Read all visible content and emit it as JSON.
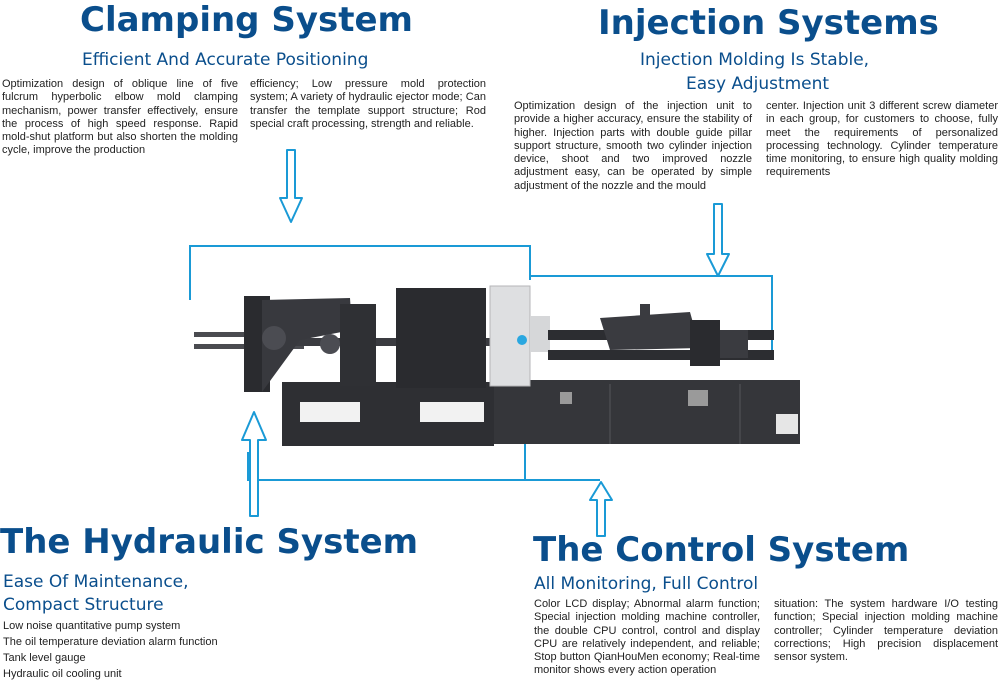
{
  "clamping": {
    "title": "Clamping System",
    "subtitle": "Efficient And Accurate Positioning",
    "text_col1": "Optimization design of oblique line of five fulcrum hyperbolic elbow mold clamping mechanism, power transfer effectively, ensure the process of high speed response. Rapid mold-shut platform but also shorten the molding cycle, improve the production",
    "text_col2": "efficiency; Low pressure mold protection system; A variety of hydraulic ejector mode; Can transfer the template support structure; Rod special craft processing, strength and reliable."
  },
  "injection": {
    "title": "Injection Systems",
    "subtitle_line1": "Injection Molding Is Stable,",
    "subtitle_line2": "Easy Adjustment",
    "text_col1": "Optimization design of the injection unit to provide a higher accuracy, ensure the stability of higher. Injection parts with double guide pillar support structure, smooth two cylinder injection device, shoot and two improved nozzle adjustment easy, can be operated by simple adjustment of the nozzle and the mould",
    "text_col2": "center. Injection unit 3 different screw diameter in each group, for customers to choose, fully meet the requirements of personalized processing technology. Cylinder temperature time monitoring, to ensure high quality molding requirements"
  },
  "hydraulic": {
    "title": "The Hydraulic System",
    "subtitle_line1": "Ease Of Maintenance,",
    "subtitle_line2": "Compact Structure",
    "items": [
      "Low noise quantitative pump system",
      "The oil temperature deviation alarm function",
      "Tank level gauge",
      "Hydraulic oil cooling unit"
    ]
  },
  "control": {
    "title": "The Control System",
    "subtitle": "All Monitoring, Full Control",
    "text_col1": "Color LCD display; Abnormal alarm function; Special injection molding machine controller, the double CPU control, control and display CPU are relatively independent, and reliable; Stop button QianHouMen economy; Real-time monitor shows every action operation",
    "text_col2": "situation: The system hardware I/O testing function; Special injection molding machine controller; Cylinder temperature deviation corrections; High precision displacement sensor system."
  },
  "colors": {
    "title_blue": "#0a4e8c",
    "accent_line": "#1a9ad6",
    "machine": "#2e2f33"
  }
}
